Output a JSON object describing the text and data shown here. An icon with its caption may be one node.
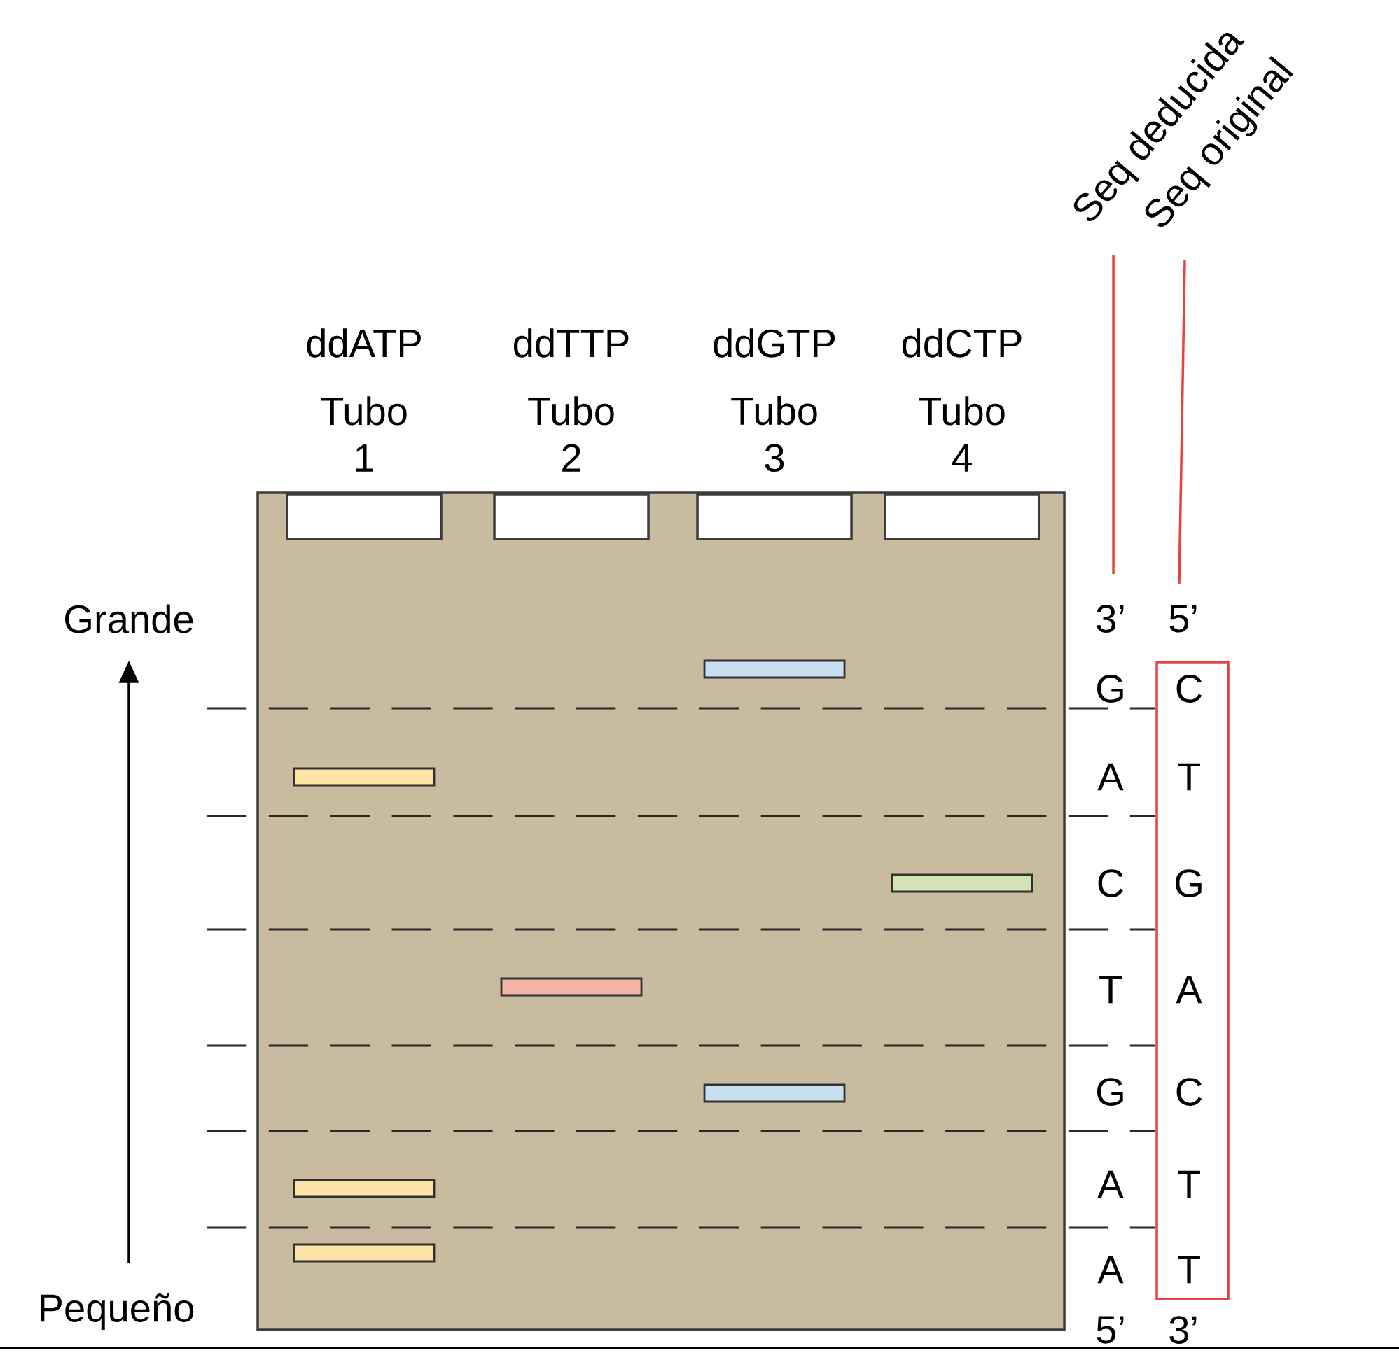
{
  "diagram": {
    "nodes": [
      {
        "text": [
          "Seq deducida"
        ]
      },
      {
        "text": [
          "Seq original"
        ]
      },
      {
        "text": [
          "C",
          "T",
          "G",
          "A",
          "C",
          "T",
          "T"
        ]
      }
    ],
    "edges": [
      {
        "from": 0,
        "to": null,
        "arrow": "none",
        "color": "#e8433f"
      },
      {
        "from": 1,
        "to": null,
        "arrow": "none",
        "color": "#e8433f"
      }
    ],
    "labels": [
      "ddATP",
      "Tubo 1",
      "ddTTP",
      "Tubo 2",
      "ddGTP",
      "Tubo 3",
      "ddCTP",
      "Tubo 4",
      "Grande",
      "3’",
      "5’",
      "G",
      "A",
      "C",
      "T",
      "G",
      "A",
      "A",
      "Pequeño",
      "5’",
      "3’"
    ]
  }
}
